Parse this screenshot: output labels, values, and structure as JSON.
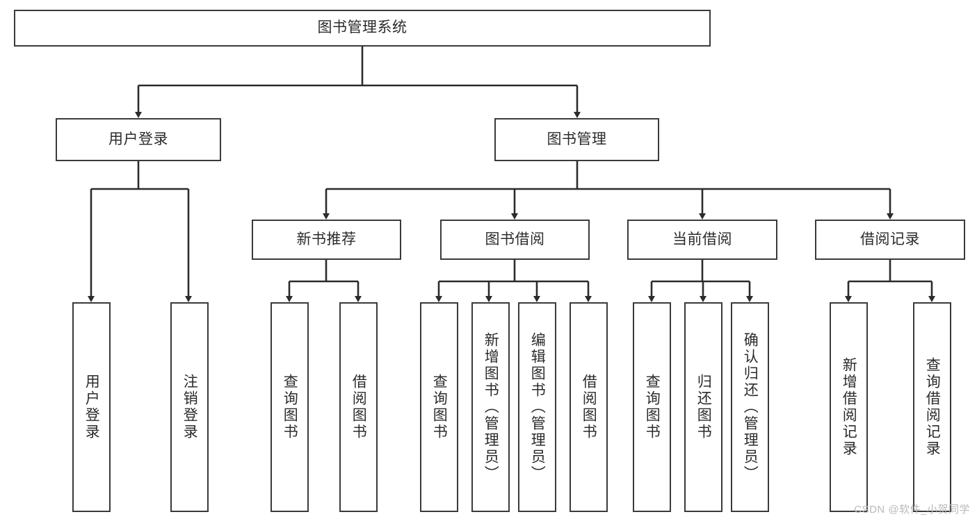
{
  "diagram": {
    "type": "tree-hierarchy",
    "title": "图书管理系统",
    "watermark": "CSDN @软件_小贺同学",
    "colors": {
      "box_border": "#3a3a3a",
      "box_fill": "#ffffff",
      "connector": "#2b2b2b",
      "text": "#2b2b2b",
      "watermark": "#b9b9b9"
    },
    "nodes": {
      "root": {
        "label": "图书管理系统",
        "level": 1,
        "orientation": "horizontal"
      },
      "l2": [
        {
          "id": "user-login",
          "label": "用户登录",
          "level": 2,
          "orientation": "horizontal"
        },
        {
          "id": "book-manage",
          "label": "图书管理",
          "level": 2,
          "orientation": "horizontal"
        }
      ],
      "l3": [
        {
          "id": "new-book-recommend",
          "label": "新书推荐",
          "level": 3,
          "orientation": "horizontal"
        },
        {
          "id": "book-borrow",
          "label": "图书借阅",
          "level": 3,
          "orientation": "horizontal"
        },
        {
          "id": "current-borrow",
          "label": "当前借阅",
          "level": 3,
          "orientation": "horizontal"
        },
        {
          "id": "borrow-record",
          "label": "借阅记录",
          "level": 3,
          "orientation": "horizontal"
        }
      ],
      "leaves": [
        {
          "id": "leaf-user-login",
          "label": "用户登录",
          "parent": "user-login",
          "orientation": "vertical"
        },
        {
          "id": "leaf-user-logout",
          "label": "注销登录",
          "parent": "user-login",
          "orientation": "vertical"
        },
        {
          "id": "leaf-query-book-1",
          "label": "查询图书",
          "parent": "new-book-recommend",
          "orientation": "vertical"
        },
        {
          "id": "leaf-borrow-book-1",
          "label": "借阅图书",
          "parent": "new-book-recommend",
          "orientation": "vertical"
        },
        {
          "id": "leaf-query-book-2",
          "label": "查询图书",
          "parent": "book-borrow",
          "orientation": "vertical"
        },
        {
          "id": "leaf-add-book",
          "label": "新增图书（管理员）",
          "parent": "book-borrow",
          "orientation": "vertical"
        },
        {
          "id": "leaf-edit-book",
          "label": "编辑图书（管理员）",
          "parent": "book-borrow",
          "orientation": "vertical"
        },
        {
          "id": "leaf-borrow-book-2",
          "label": "借阅图书",
          "parent": "book-borrow",
          "orientation": "vertical"
        },
        {
          "id": "leaf-query-book-3",
          "label": "查询图书",
          "parent": "current-borrow",
          "orientation": "vertical"
        },
        {
          "id": "leaf-return-book",
          "label": "归还图书",
          "parent": "current-borrow",
          "orientation": "vertical"
        },
        {
          "id": "leaf-confirm-return",
          "label": "确认归还（管理员）",
          "parent": "current-borrow",
          "orientation": "vertical"
        },
        {
          "id": "leaf-add-record",
          "label": "新增借阅记录",
          "parent": "borrow-record",
          "orientation": "vertical"
        },
        {
          "id": "leaf-query-record",
          "label": "查询借阅记录",
          "parent": "borrow-record",
          "orientation": "vertical"
        }
      ]
    }
  }
}
